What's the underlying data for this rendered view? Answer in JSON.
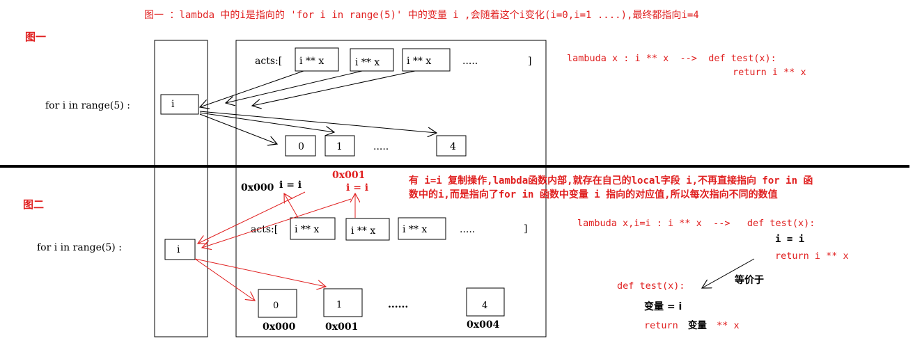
{
  "top_note": "图一 ：lambda 中的i是指向的 'for i in range(5)' 中的变量 i ,会随着这个i变化(i=0,i=1 ....),最终都指向i=4",
  "fig1": {
    "label": "图一",
    "loop_label": "for i in range(5) :",
    "var_i": "i",
    "acts_open": "acts:[",
    "acts_close": "]",
    "lambda_items": [
      "i ** x",
      "i ** x",
      "i ** x"
    ],
    "lambda_ellipsis": ".....",
    "values": [
      "0",
      "1",
      "4"
    ],
    "values_ellipsis": ".....",
    "note_line1": "lambuda x : i ** x  -->  def test(x):",
    "note_line2": "return i ** x"
  },
  "fig2": {
    "label": "图二",
    "loop_label": "for i in range(5) :",
    "var_i": "i",
    "copy_bindings": [
      {
        "addr": "0x000",
        "expr": "i = i"
      },
      {
        "addr": "0x001",
        "expr": "i = i"
      }
    ],
    "acts_open": "acts:[",
    "acts_close": "]",
    "lambda_items": [
      "i ** x",
      "i ** x",
      "i ** x"
    ],
    "lambda_ellipsis": ".....",
    "values": [
      {
        "value": "0",
        "addr": "0x000"
      },
      {
        "value": "1",
        "addr": "0x001"
      },
      {
        "value": "4",
        "addr": "0x004"
      }
    ],
    "values_ellipsis": "......",
    "explain_line1": "有 i=i 复制操作,lambda函数内部,就存在自己的local字段 i,不再直接指向 for in 函",
    "explain_line2": "数中的i,而是指向了for in 函数中变量 i 指向的对应值,所以每次指向不同的数值",
    "note_line1": "lambuda x,i=i : i ** x  -->   def test(x):",
    "note_i_eq": "i = i",
    "note_return": "return i ** x",
    "equiv_label": "等价于",
    "equiv_def": "def test(x):",
    "equiv_var_assign": "变量 = i",
    "equiv_return_prefix": "return",
    "equiv_return_var": "变量",
    "equiv_return_suffix": "** x"
  },
  "colors": {
    "red": "#e02020",
    "black": "#000000",
    "line": "#000000"
  }
}
